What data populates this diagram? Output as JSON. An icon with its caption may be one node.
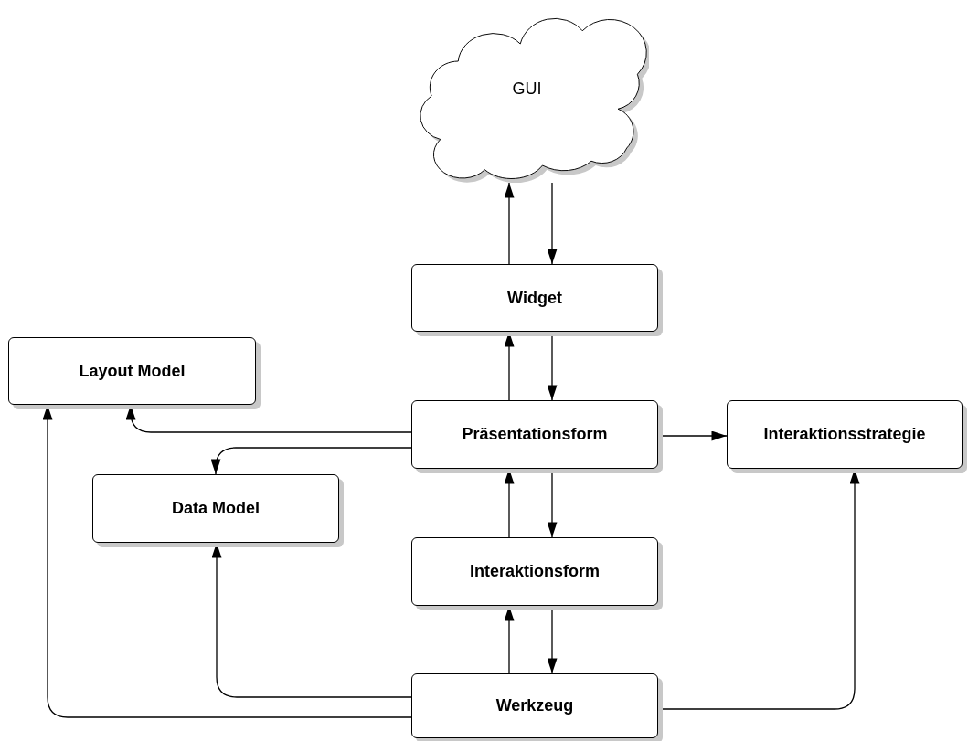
{
  "diagram": {
    "nodes": [
      {
        "text": [
          "GUI"
        ]
      },
      {
        "text": [
          "Widget"
        ]
      },
      {
        "text": [
          "Layout Model"
        ]
      },
      {
        "text": [
          "Präsentationsform"
        ]
      },
      {
        "text": [
          "Interaktionsstrategie"
        ]
      },
      {
        "text": [
          "Data Model"
        ]
      },
      {
        "text": [
          "Interaktionsform"
        ]
      },
      {
        "text": [
          "Werkzeug"
        ]
      }
    ],
    "edges": [
      {
        "from": 1,
        "to": 0,
        "arrow": "to"
      },
      {
        "from": 0,
        "to": 1,
        "arrow": "to"
      },
      {
        "from": 3,
        "to": 1,
        "arrow": "to"
      },
      {
        "from": 1,
        "to": 3,
        "arrow": "to"
      },
      {
        "from": 3,
        "to": 2,
        "arrow": "to"
      },
      {
        "from": 3,
        "to": 5,
        "arrow": "to"
      },
      {
        "from": 3,
        "to": 4,
        "arrow": "to"
      },
      {
        "from": 6,
        "to": 3,
        "arrow": "to"
      },
      {
        "from": 3,
        "to": 6,
        "arrow": "to"
      },
      {
        "from": 7,
        "to": 6,
        "arrow": "to"
      },
      {
        "from": 6,
        "to": 7,
        "arrow": "to"
      },
      {
        "from": 7,
        "to": 5,
        "arrow": "to"
      },
      {
        "from": 7,
        "to": 2,
        "arrow": "to"
      },
      {
        "from": 7,
        "to": 4,
        "arrow": "to"
      }
    ]
  }
}
